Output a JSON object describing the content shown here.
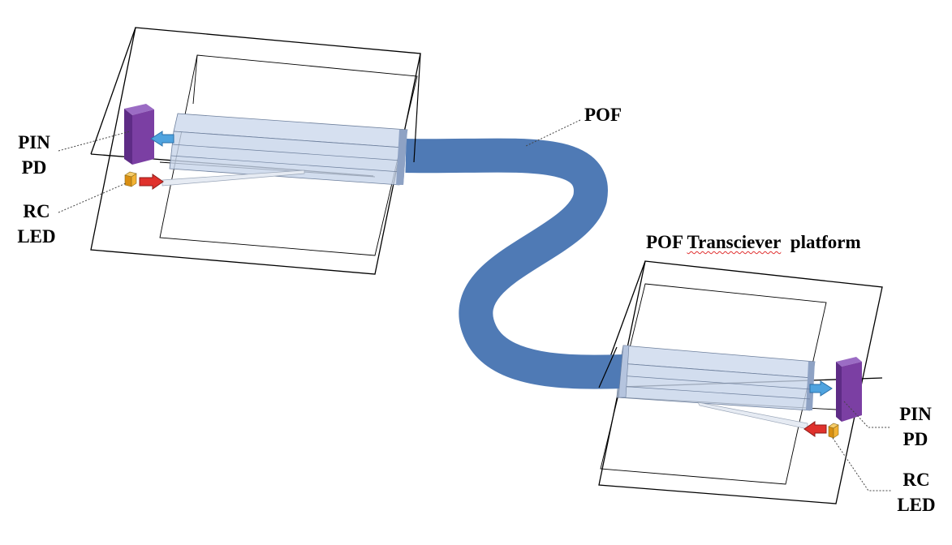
{
  "labels": {
    "pof": "POF",
    "platform_word1": "POF",
    "platform_word2": "Transciever",
    "platform_word3": "platform",
    "left_pd_line1": "PIN",
    "left_pd_line2": "PD",
    "left_led_line1": "RC",
    "left_led_line2": "LED",
    "right_pd_line1": "PIN",
    "right_pd_line2": "PD",
    "right_led_line1": "RC",
    "right_led_line2": "LED"
  },
  "colors": {
    "fiber": "#4f7ab5",
    "waveguide_fill": "#c7d4ea",
    "photodiode": "#7b3fa3",
    "led": "#f2b234",
    "emit_arrow": "#e0312c",
    "receive_arrow": "#4fa3df",
    "box_edge": "#000000"
  }
}
